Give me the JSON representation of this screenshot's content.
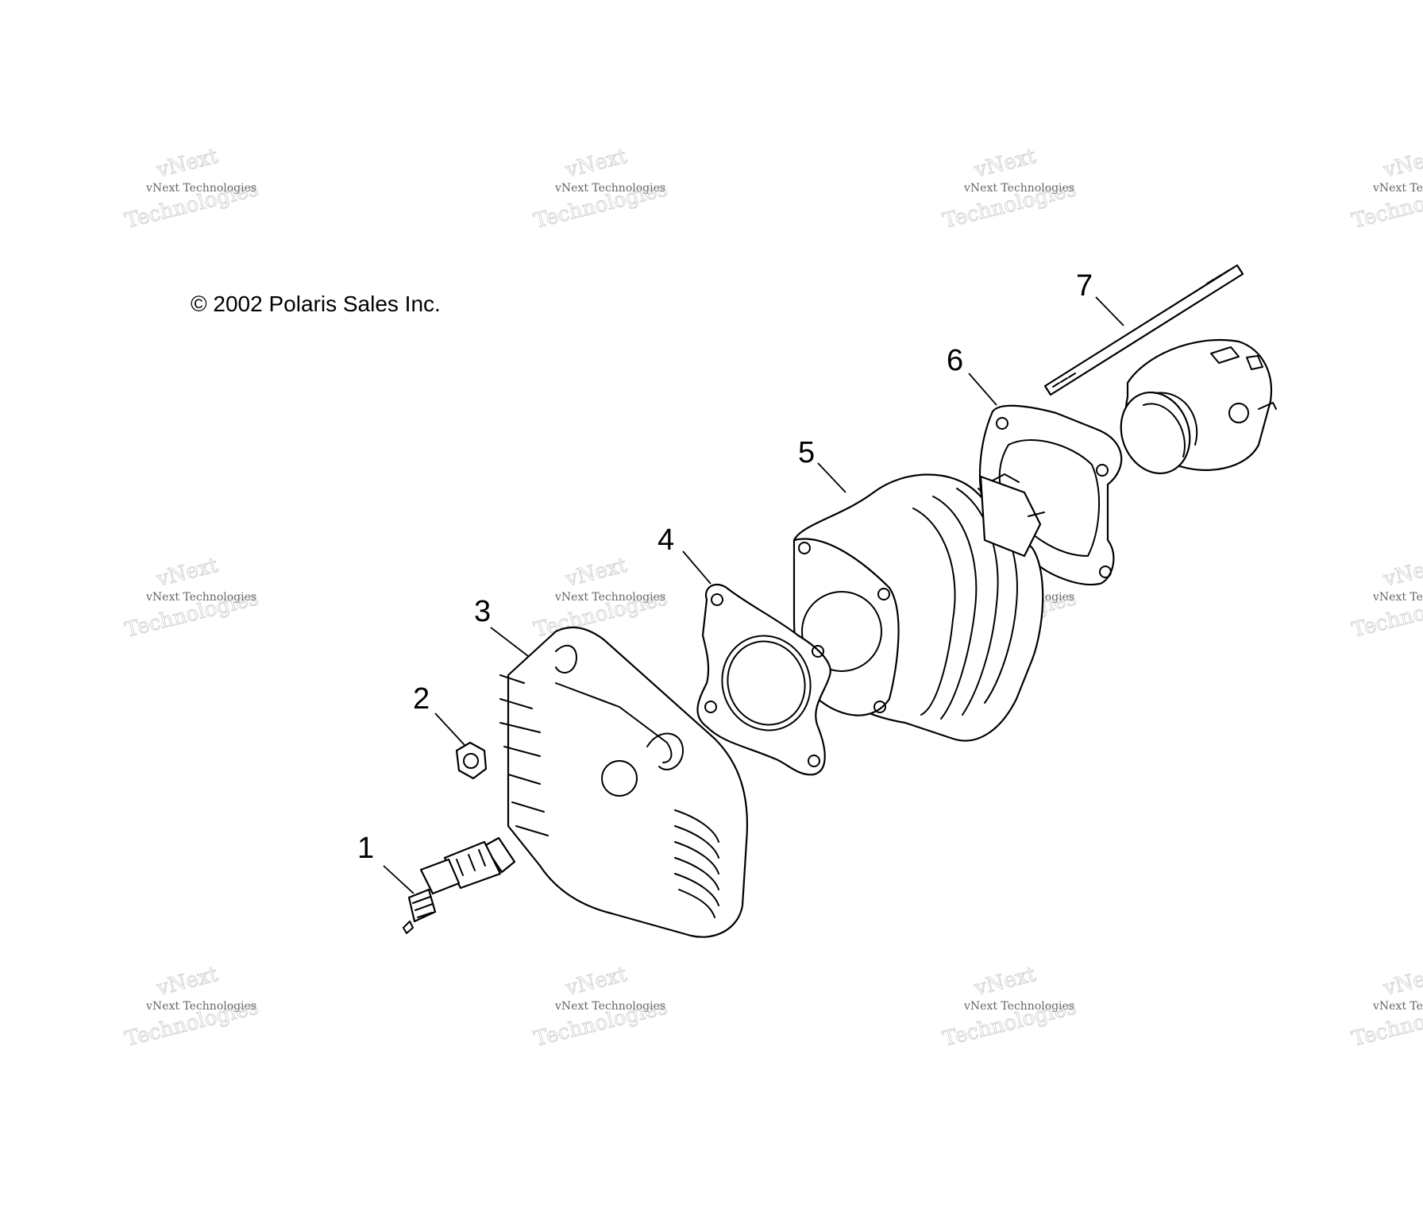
{
  "copyright": "© 2002 Polaris Sales Inc.",
  "callouts": [
    "1",
    "2",
    "3",
    "4",
    "5",
    "6",
    "7"
  ],
  "watermark": {
    "line_small": "vNext Technologies",
    "line_a": "vNext",
    "line_b": "Technologies"
  },
  "parts": [
    "spark-plug",
    "nut",
    "cylinder-head",
    "head-gasket",
    "cylinder",
    "base-gasket",
    "stud",
    "piston"
  ]
}
